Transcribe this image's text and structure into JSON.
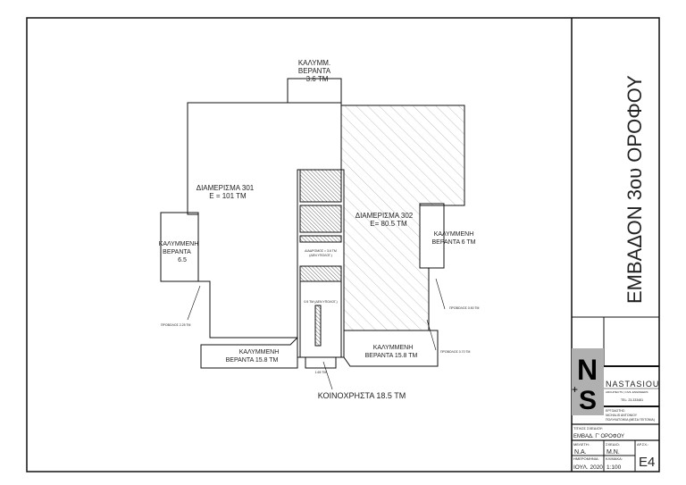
{
  "title_vertical": "ΕΜΒΑΔΟΝ 3ου ΟΡΟΦΟΥ",
  "plan": {
    "top_veranda": [
      "ΚΑΛΥΜΜ.",
      "ΒΕΡΑΝΤΑ",
      "3.6 ΤΜ"
    ],
    "apt301": [
      "ΔΙΑΜΕΡΙΣΜΑ 301",
      "Ε = 101 ΤΜ"
    ],
    "apt302": [
      "ΔΙΑΜΕΡΙΣΜΑ 302",
      "Ε= 80.5 ΤΜ"
    ],
    "left_veranda": [
      "ΚΑΛΥΜΜΕΝΗ",
      "ΒΕΡΑΝΤΑ",
      "6.5"
    ],
    "right_veranda": [
      "ΚΑΛΥΜΜΕΝΗ",
      "ΒΕΡΑΝΤΑ 6 ΤΜ"
    ],
    "bottom_left_veranda": [
      "ΚΑΛΥΜΜΕΝΗ",
      "ΒΕΡΑΝΤΑ 15.8 ΤΜ"
    ],
    "bottom_right_veranda": [
      "ΚΑΛΥΜΜΕΝΗ",
      "ΒΕΡΑΝΤΑ 15.8 ΤΜ"
    ],
    "common": "ΚΟΙΝΟΧΡΗΣΤΑ 18.5 ΤΜ",
    "corridor": [
      "ΔΙΑΔΡΟΜΟΣ = 3.6 ΤΜ",
      "(ΔΕΝ ΥΠΟΛΟΓ.)"
    ],
    "shaft_note": "0.5 ΤΜ (ΔΕΝ ΥΠΟΛΟΓ.)",
    "small_dim": "1.65 ΤΜ",
    "projection_left": "ΠΡΟΒΟΛΟΣ 2.25 ΤΜ",
    "projection_right_1": "ΠΡΟΒΟΛΟΣ 0.50 ΤΜ",
    "projection_right_2": "ΠΡΟΒΟΛΟΣ 0.70 ΤΜ"
  },
  "title_block": {
    "logo": "N+S",
    "firm": "NASTASIOU",
    "firm_sub": "ARCHITECTS | CIVIL ENGINEERS",
    "phone": "TEL: 23-333481",
    "project_label": "ΕΡΓΟΔΟΤΗΣ:",
    "client": "NICHALIS ANTONIOY",
    "project": "ΠΟΛΥΚΑΤΟΙΚΙΑ (ΜΕΣΑ ΓΕΙΤΟΝΙΑ)",
    "drawing_title_label": "ΤΙΤΛΟΣ ΣΧΕΔΙΟΥ:",
    "drawing_title": "ΕΜΒΑΔ. Γ' ΟΡΟΦΟΥ",
    "study_label": "ΜΕΛΕΤΗ:",
    "study": "N.A.",
    "drawn_label": "ΣΧΕΔΙΟ:",
    "drawn": "M.N.",
    "number_label": "ΑΡ.ΣΧ.:",
    "number": "E4",
    "date_label": "ΗΜΕΡΟΜΗΝΙΑ:",
    "date": "ΙΟΥΛ. 2020",
    "scale_label": "ΚΛΙΜΑΚΑ:",
    "scale": "1:100"
  },
  "colors": {
    "logo_bg": "#b0b0b0",
    "line": "#111111",
    "hatch": "#9a9a9a"
  }
}
